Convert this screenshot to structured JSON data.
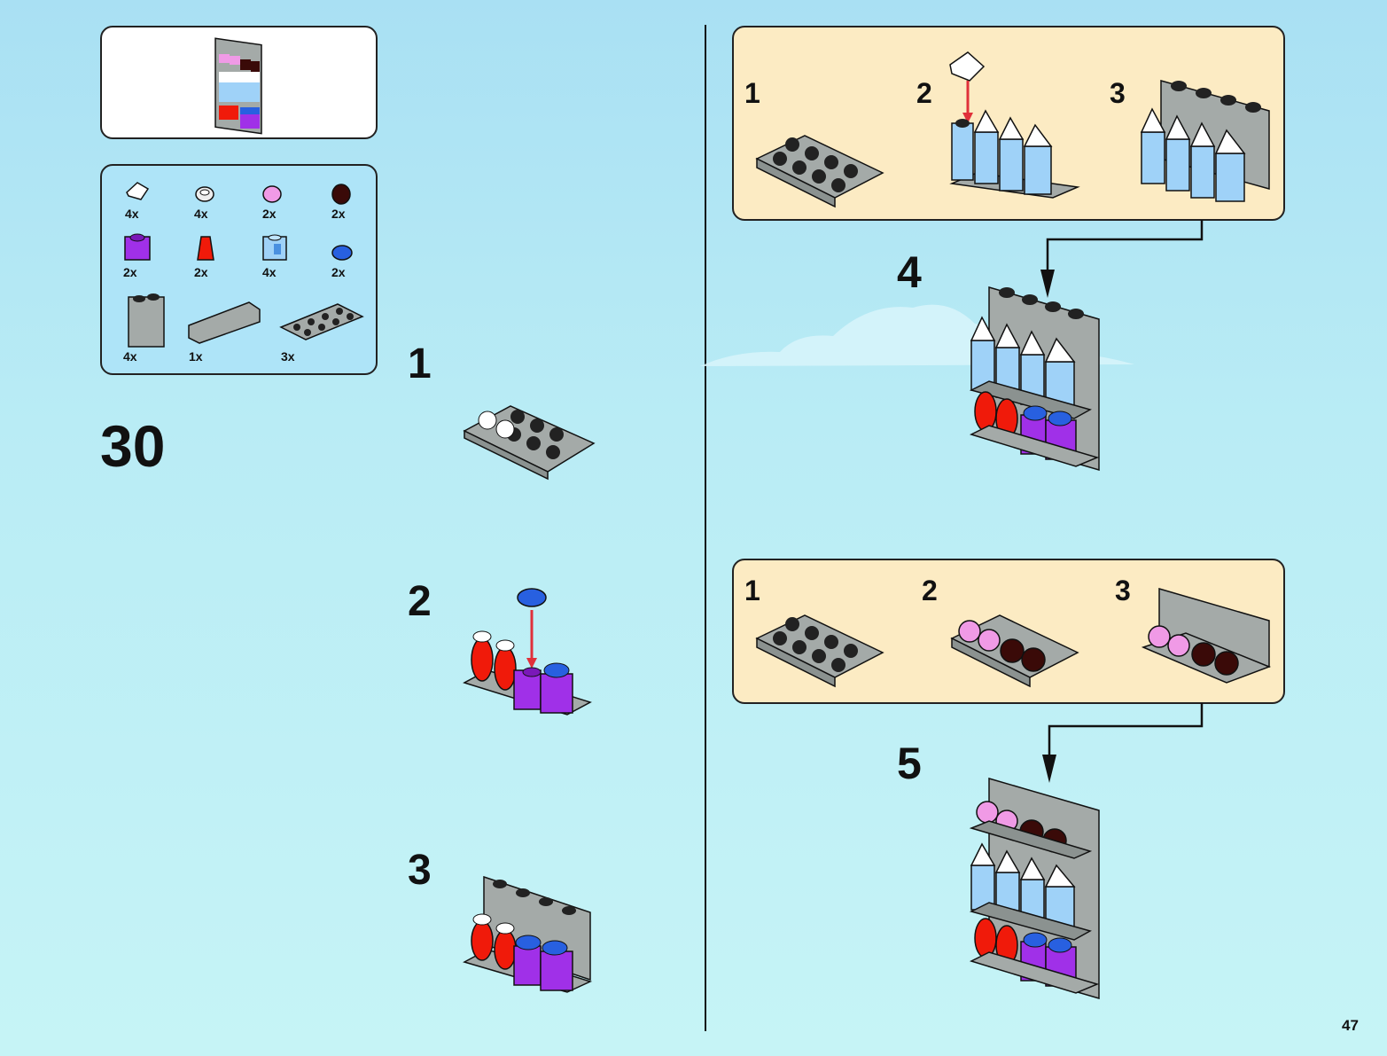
{
  "page": {
    "number": "47",
    "step_number": "30"
  },
  "preview": {
    "description": "Finished shelf unit with shelves of colored items"
  },
  "parts_list": {
    "items": [
      {
        "part": "white-slope-1x1",
        "qty": "4x",
        "color": "#ffffff"
      },
      {
        "part": "trans-clear-round-plate",
        "qty": "4x",
        "color": "#e8e8e8"
      },
      {
        "part": "pink-round-plate",
        "qty": "2x",
        "color": "#f09ae6"
      },
      {
        "part": "dark-red-round-plate",
        "qty": "2x",
        "color": "#3a0a08"
      },
      {
        "part": "purple-brick-1x1",
        "qty": "2x",
        "color": "#a030e8"
      },
      {
        "part": "red-cone",
        "qty": "2x",
        "color": "#f01a0a"
      },
      {
        "part": "light-blue-printed-brick",
        "qty": "4x",
        "color": "#9fd2f8"
      },
      {
        "part": "blue-round-tile",
        "qty": "2x",
        "color": "#2860e0"
      },
      {
        "part": "grey-panel-1x2x2",
        "qty": "4x",
        "color": "#a4aaa8"
      },
      {
        "part": "grey-brick-modified",
        "qty": "1x",
        "color": "#a4aaa8"
      },
      {
        "part": "grey-plate-2x4",
        "qty": "3x",
        "color": "#a4aaa8"
      }
    ]
  },
  "left_steps": [
    {
      "label": "1"
    },
    {
      "label": "2"
    },
    {
      "label": "3"
    }
  ],
  "right_top": {
    "substeps": [
      {
        "label": "1"
      },
      {
        "label": "2"
      },
      {
        "label": "3"
      }
    ],
    "main_step": "4"
  },
  "right_bottom": {
    "substeps": [
      {
        "label": "1"
      },
      {
        "label": "2"
      },
      {
        "label": "3"
      }
    ],
    "main_step": "5"
  },
  "colors": {
    "grey": "#a4aaa8",
    "dark_stud": "#222222",
    "red": "#f01a0a",
    "purple": "#a030e8",
    "blue": "#2860e0",
    "light_blue": "#9fd2f8",
    "pink": "#f09ae6",
    "dark_red": "#3a0a08",
    "panel_beige": "#fcebc3",
    "arrow_red": "#e0303a"
  }
}
